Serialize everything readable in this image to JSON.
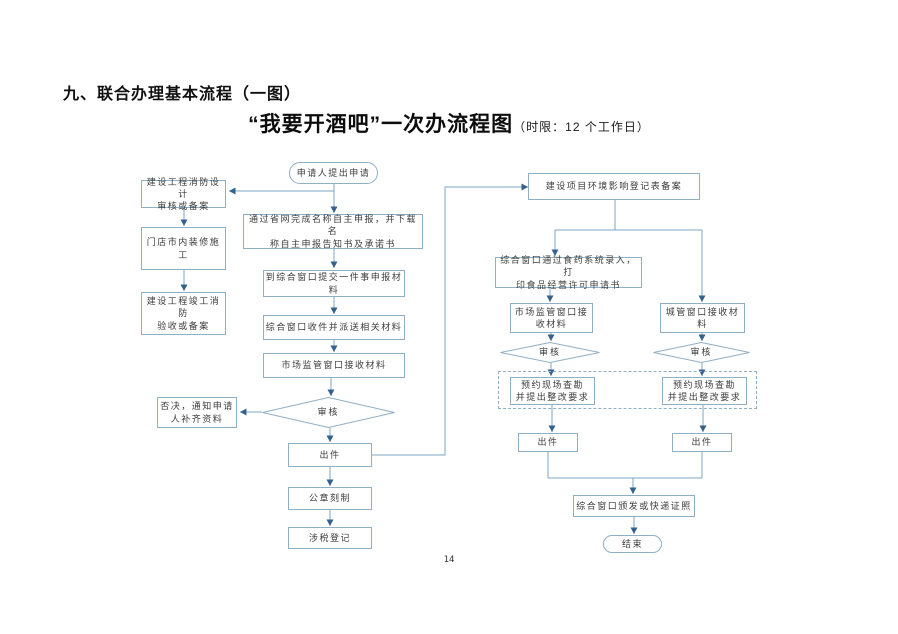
{
  "page": {
    "heading": "九、联合办理基本流程（一图）",
    "title_main": "“我要开酒吧”一次办流程图",
    "title_suffix": "（时限：12 个工作日）",
    "page_number": "14"
  },
  "colors": {
    "box_border": "#8fafc7",
    "connector_line": "#7fa6c4",
    "arrowhead": "#35618e",
    "node_text": "#3c3c3c",
    "title_text": "#0d0d0d"
  },
  "flowchart": {
    "start": "申请人提出申请",
    "left": {
      "fire_design_review": "建设工程消防设计\n审核或备案",
      "interior_construction": "门店市内装修施工",
      "fire_completion_acceptance": "建设工程竣工消防\n验收或备案",
      "reject_notice": "否决，通知申请\n人补齐资料"
    },
    "middle": {
      "online_name_declare": "通过省网完成名称自主申报，并下载名\n称自主申报告知书及承诺书",
      "submit_materials": "到综合窗口提交一件事申报材\n料",
      "window_receive_dispatch": "综合窗口收件并派送相关材料",
      "market_window_receive": "市场监管窗口接收材料",
      "review": "审核",
      "issue": "出件",
      "seal_engraving": "公章刻制",
      "tax_registration": "涉税登记"
    },
    "right": {
      "env_registration": "建设项目环境影响登记表备案",
      "food_system_entry": "综合窗口通过食药系统录入，打\n印食品经营许可申请书",
      "market_window_receive": "市场监管窗口接\n收材料",
      "city_window_receive": "城管窗口接收材\n料",
      "review_left": "审核",
      "review_right": "审核",
      "site_survey_left": "预约现场查勘\n并提出整改要求",
      "site_survey_right": "预约现场查勘\n并提出整改要求",
      "issue_left": "出件",
      "issue_right": "出件",
      "deliver_license": "综合窗口颁发或快递证照",
      "end": "结束"
    }
  }
}
